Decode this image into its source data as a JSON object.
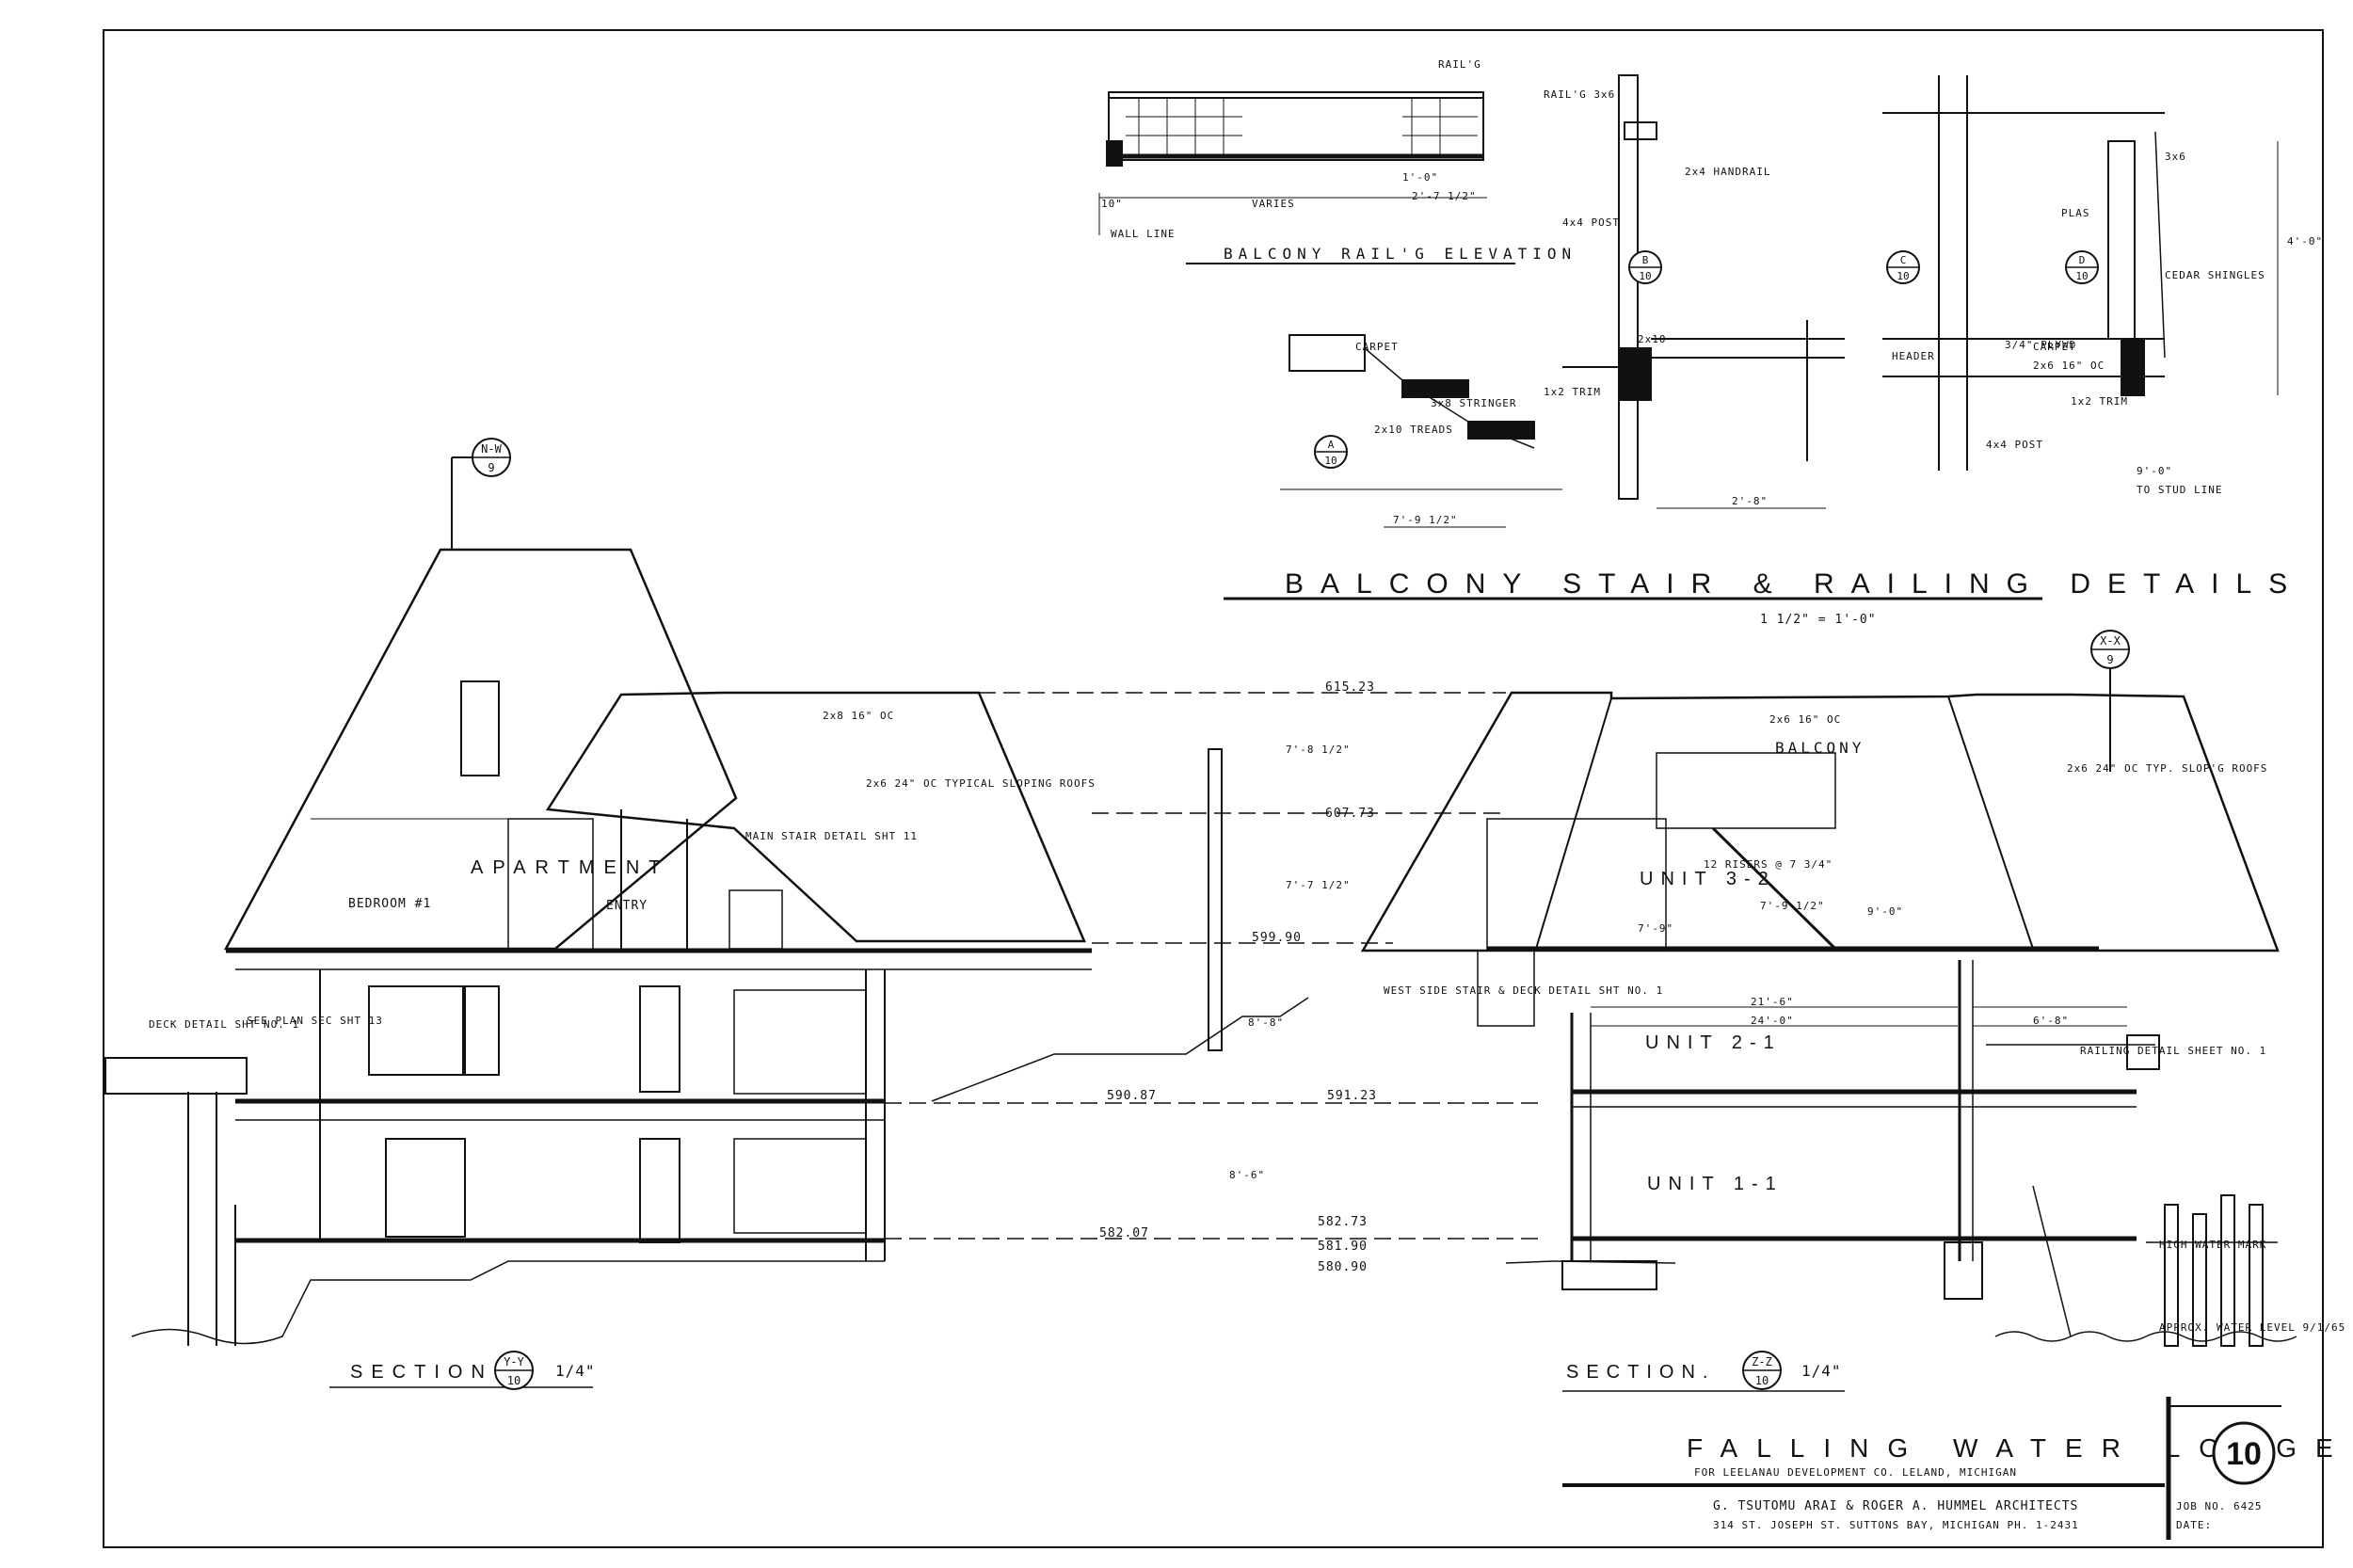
{
  "sheet": {
    "number": "10",
    "project_title": "FALLING WATER LODGE",
    "client_line": "FOR LEELANAU DEVELOPMENT CO.  LELAND, MICHIGAN",
    "architects": "G. TSUTOMU ARAI & ROGER A. HUMMEL ARCHITECTS",
    "address": "314 ST. JOSEPH ST.   SUTTONS BAY, MICHIGAN   PH. 1-2431",
    "job_no": "JOB NO. 6425",
    "date": "DATE:"
  },
  "details_block": {
    "title": "BALCONY STAIR & RAILING DETAILS",
    "scale": "1 1/2\" = 1'-0\"",
    "rail_elevation_title": "BALCONY RAIL'G ELEVATION",
    "rail_elev_labels": {
      "dim_10": "10\"",
      "varies": "VARIES",
      "dim_2_7": "2'-7 1/2\"",
      "dim_1_0": "1'-0\"",
      "wall_line": "WALL LINE",
      "railg": "RAIL'G"
    },
    "detail_a": {
      "carpet": "CARPET",
      "stringer": "3x8 STRINGER",
      "treads": "2x10 TREADS",
      "dim": "7'-9 1/2\"",
      "bubble_top": "A",
      "bubble_bottom": "10"
    },
    "detail_b": {
      "rail": "RAIL'G 3x6",
      "handrail": "2x4 HANDRAIL",
      "post": "4x4 POST",
      "joist": "2x10",
      "trim": "1x2 TRIM",
      "dim": "2'-8\"",
      "bubble_top": "B",
      "bubble_bottom": "10"
    },
    "detail_c": {
      "bubble_top": "C",
      "bubble_bottom": "10",
      "plywd": "3/4\" PLYWD",
      "header": "HEADER"
    },
    "detail_d": {
      "bubble_top": "D",
      "bubble_bottom": "10",
      "member": "3x6",
      "plas": "PLAS",
      "cedar": "CEDAR SHINGLES",
      "carpet": "CARPET",
      "joists": "2x6 16\" OC",
      "trim": "1x2 TRIM",
      "post": "4x4 POST",
      "dim": "9'-0\"",
      "stud": "TO STUD LINE",
      "height": "4'-0\""
    }
  },
  "section_yy": {
    "title": "SECTION",
    "bubble_top": "Y-Y",
    "bubble_bottom": "10",
    "scale": "1/4\"",
    "callout_top": "N-W",
    "callout_bottom": "9",
    "rooms": {
      "apartment": "APARTMENT",
      "bedroom": "BEDROOM #1",
      "entry": "ENTRY"
    },
    "notes": {
      "rafters": "2x6 24\" OC TYPICAL SLOPING ROOFS",
      "rafters2": "2x8 16\" OC",
      "stair": "MAIN STAIR DETAIL SHT 11",
      "deck": "DECK DETAIL SHT NO. 1",
      "plan": "SEE PLAN SEC SHT 13"
    },
    "elevations": {
      "e615": "615.23",
      "e607": "607.73",
      "e599": "599.90",
      "e591": "591.23",
      "e590": "590.87",
      "e582": "582.07",
      "e582b": "582.73",
      "e581": "581.90",
      "e580": "580.90"
    },
    "heights": {
      "h1": "7'-8 1/2\"",
      "h2": "7'-7 1/2\"",
      "h3": "8'-8\"",
      "h4": "8'-6\""
    }
  },
  "section_zz": {
    "title": "SECTION.",
    "bubble_top": "Z-Z",
    "bubble_bottom": "10",
    "scale": "1/4\"",
    "callout_top": "X-X",
    "callout_bottom": "9",
    "units": {
      "u32": "UNIT 3-2",
      "u21": "UNIT 2-1",
      "u11": "UNIT 1-1",
      "balcony": "BALCONY"
    },
    "notes": {
      "risers": "12 RISERS @ 7 3/4\"",
      "joists": "2x6 16\" OC",
      "roofs": "2x6 24\" OC TYP. SLOP'G ROOFS",
      "high_water": "HIGH WATER MARK",
      "water": "APPROX. WATER LEVEL 9/1/65",
      "stair_detail": "WEST SIDE STAIR & DECK DETAIL SHT NO. 1",
      "railing": "RAILING DETAIL SHEET NO. 1"
    },
    "dims": {
      "d21_6": "21'-6\"",
      "d24_0": "24'-0\"",
      "d6_8": "6'-8\"",
      "d9_0": "9'-0\"",
      "d7_9": "7'-9\"",
      "d7_9b": "7'-9 1/2\""
    }
  }
}
